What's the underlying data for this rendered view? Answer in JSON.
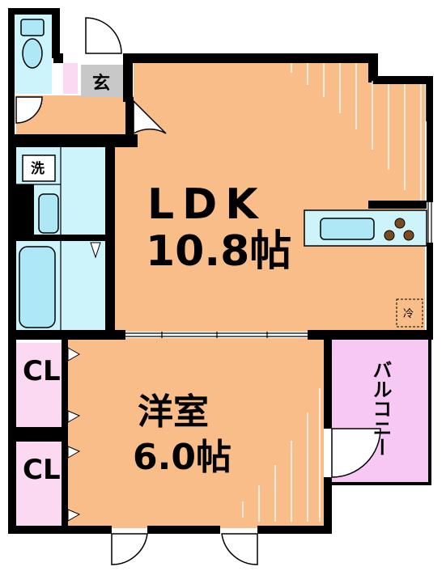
{
  "rooms": {
    "ldk_name": "LDK",
    "ldk_size": "10.8帖",
    "western_name": "洋室",
    "western_size": "6.0帖",
    "closet_top": "CL",
    "closet_bottom": "CL",
    "balcony": "バルコニー",
    "entrance": "玄",
    "washer": "洗",
    "fridge": "冷"
  },
  "colors": {
    "floor": "#f9bd8a",
    "wet": "#cdf4fb",
    "closet": "#fbd9f3",
    "balcony": "#f7c8f3",
    "wall": "#000000",
    "genkan": "#c8c8c8"
  }
}
